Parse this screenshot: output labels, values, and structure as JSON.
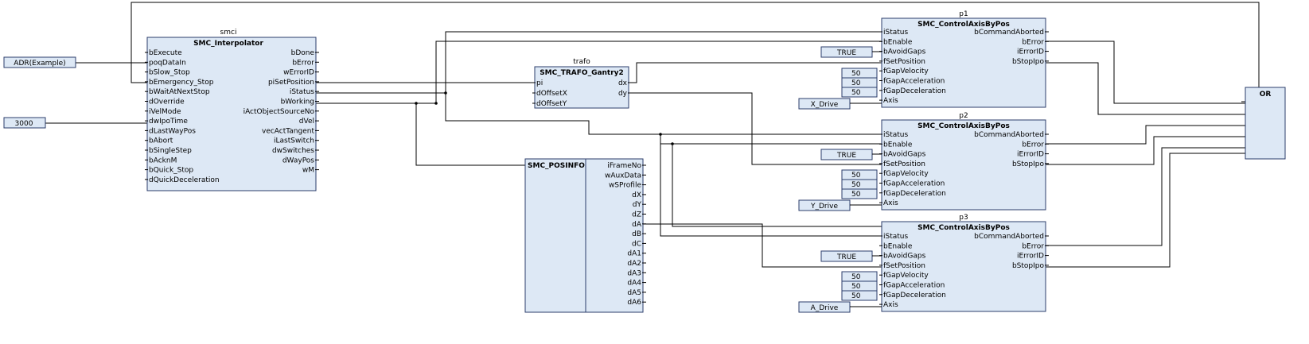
{
  "blocks": {
    "smci": {
      "instance": "smci",
      "type": "SMC_Interpolator",
      "inputs": [
        "bExecute",
        "poqDataIn",
        "bSlow_Stop",
        "bEmergency_Stop",
        "bWaitAtNextStop",
        "dOverride",
        "iVelMode",
        "dwIpoTime",
        "dLastWayPos",
        "bAbort",
        "bSingleStep",
        "bAcknM",
        "bQuick_Stop",
        "dQuickDeceleration"
      ],
      "outputs": [
        "bDone",
        "bError",
        "wErrorID",
        "piSetPosition",
        "iStatus",
        "bWorking",
        "iActObjectSourceNo",
        "dVel",
        "vecActTangent",
        "iLastSwitch",
        "dwSwitches",
        "dWayPos",
        "wM"
      ]
    },
    "trafo": {
      "instance": "trafo",
      "type": "SMC_TRAFO_Gantry2",
      "inputs": [
        "pi",
        "dOffsetX",
        "dOffsetY"
      ],
      "outputs": [
        "dx",
        "dy"
      ]
    },
    "posinfo": {
      "type": "SMC_POSINFO",
      "outputs": [
        "iFrameNo",
        "wAuxData",
        "wSProfile",
        "dX",
        "dY",
        "dZ",
        "dA",
        "dB",
        "dC",
        "dA1",
        "dA2",
        "dA3",
        "dA4",
        "dA5",
        "dA6"
      ]
    },
    "p1": {
      "instance": "p1",
      "type": "SMC_ControlAxisByPos",
      "inputs": [
        "iStatus",
        "bEnable",
        "bAvoidGaps",
        "fSetPosition",
        "fGapVelocity",
        "fGapAcceleration",
        "fGapDeceleration",
        "Axis"
      ],
      "outputs": [
        "bCommandAborted",
        "bError",
        "iErrorID",
        "bStopIpo"
      ]
    },
    "p2": {
      "instance": "p2",
      "type": "SMC_ControlAxisByPos",
      "inputs": [
        "iStatus",
        "bEnable",
        "bAvoidGaps",
        "fSetPosition",
        "fGapVelocity",
        "fGapAcceleration",
        "fGapDeceleration",
        "Axis"
      ],
      "outputs": [
        "bCommandAborted",
        "bError",
        "iErrorID",
        "bStopIpo"
      ]
    },
    "p3": {
      "instance": "p3",
      "type": "SMC_ControlAxisByPos",
      "inputs": [
        "iStatus",
        "bEnable",
        "bAvoidGaps",
        "fSetPosition",
        "fGapVelocity",
        "fGapAcceleration",
        "fGapDeceleration",
        "Axis"
      ],
      "outputs": [
        "bCommandAborted",
        "bError",
        "iErrorID",
        "bStopIpo"
      ]
    },
    "or": {
      "type": "OR"
    }
  },
  "constants": {
    "adr": "ADR(Example)",
    "ipo": "3000",
    "p1_avoid": "TRUE",
    "p1_vel": "50",
    "p1_acc": "50",
    "p1_dec": "50",
    "p1_axis": "X_Drive",
    "p2_avoid": "TRUE",
    "p2_vel": "50",
    "p2_acc": "50",
    "p2_dec": "50",
    "p2_axis": "Y_Drive",
    "p3_avoid": "TRUE",
    "p3_vel": "50",
    "p3_acc": "50",
    "p3_dec": "50",
    "p3_axis": "A_Drive"
  }
}
